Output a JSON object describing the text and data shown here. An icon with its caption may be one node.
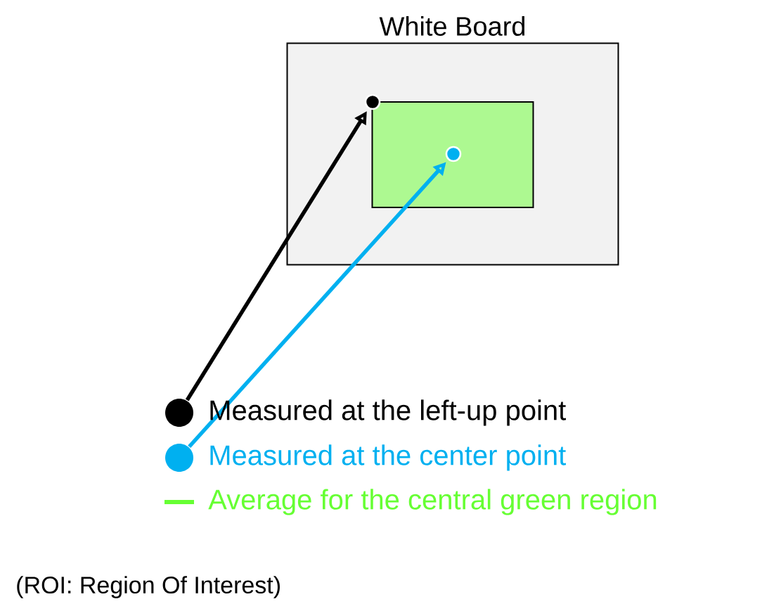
{
  "diagram": {
    "nodes": [
      {
        "text": [
          "White Board"
        ]
      },
      {
        "text": [],
        "shape": "box",
        "in": 0
      },
      {
        "text": [],
        "shape": "circle",
        "in": 0
      },
      {
        "text": [],
        "shape": "circle",
        "in": 1
      },
      {
        "text": [],
        "shape": "circle"
      },
      {
        "text": [],
        "shape": "circle"
      }
    ],
    "edges": [
      {
        "from": 4,
        "to": 2,
        "arrow": "to",
        "color": "#000000"
      },
      {
        "from": 5,
        "to": 3,
        "arrow": "to",
        "color": "#00b0f0"
      }
    ],
    "labels": [
      "(ROI: Region Of Interest)"
    ],
    "legend": [
      {
        "text": "Measured at the left-up point",
        "color": "#000000"
      },
      {
        "text": "Measured at the center point",
        "color": "#00b0f0"
      },
      {
        "text": "Average for the central green region",
        "color": "#66ff33"
      }
    ]
  }
}
